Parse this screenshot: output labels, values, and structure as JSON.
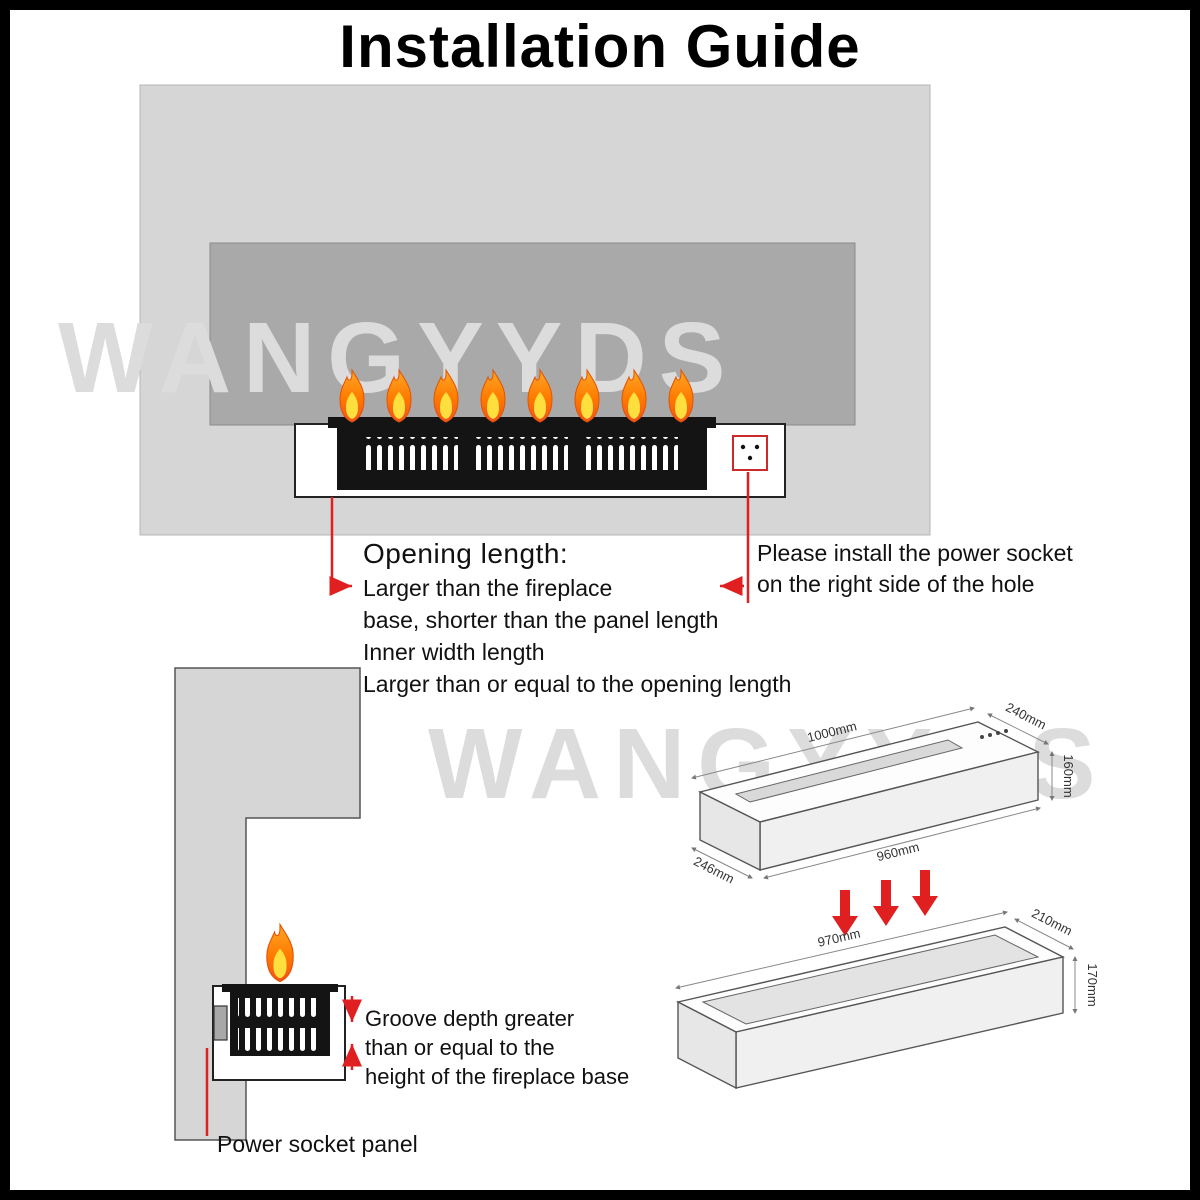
{
  "title": "Installation Guide",
  "watermark": "WANGYYDS",
  "top_diagram": {
    "opening_note": {
      "heading": "Opening length:",
      "line1": "Larger than the fireplace",
      "line2": "base, shorter than the panel length",
      "line3": "Inner width length",
      "line4": "Larger than or equal to the opening length"
    },
    "socket_note": {
      "line1": "Please install the power socket",
      "line2": "on the right side of the hole"
    }
  },
  "bottom_left_diagram": {
    "groove_note": {
      "line1": "Groove depth greater",
      "line2": "than or equal to the",
      "line3": "height of the fireplace base"
    },
    "socket_label": "Power socket panel"
  },
  "bottom_right_diagram": {
    "insert_dims": {
      "length": "1000mm",
      "depth": "240mm",
      "height": "160mm",
      "base_length": "960mm",
      "base_depth": "246mm"
    },
    "groove_dims": {
      "length": "970mm",
      "depth": "210mm",
      "height": "170mm"
    }
  },
  "colors": {
    "accent_red": "#e02020",
    "panel_gray": "#d6d6d6",
    "opening_gray": "#a9a9a9",
    "flame_orange": "#ff7a00",
    "flame_yellow": "#ffdf3e"
  }
}
